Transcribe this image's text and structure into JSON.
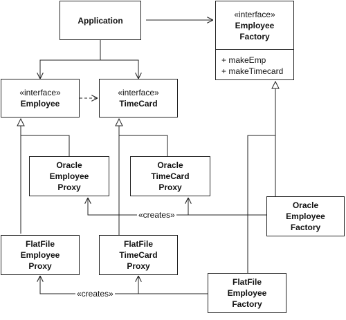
{
  "boxes": {
    "application": {
      "name_lines": [
        "Application"
      ]
    },
    "employee_factory": {
      "stereotype": "«interface»",
      "name_lines": [
        "Employee",
        "Factory"
      ],
      "operations": [
        "+ makeEmp",
        "+ makeTimecard"
      ]
    },
    "employee": {
      "stereotype": "«interface»",
      "name_lines": [
        "Employee"
      ]
    },
    "timecard": {
      "stereotype": "«interface»",
      "name_lines": [
        "TimeCard"
      ]
    },
    "oracle_employee_proxy": {
      "name_lines": [
        "Oracle",
        "Employee",
        "Proxy"
      ]
    },
    "oracle_timecard_proxy": {
      "name_lines": [
        "Oracle",
        "TimeCard",
        "Proxy"
      ]
    },
    "oracle_employee_factory": {
      "name_lines": [
        "Oracle",
        "Employee",
        "Factory"
      ]
    },
    "flatfile_employee_proxy": {
      "name_lines": [
        "FlatFile",
        "Employee",
        "Proxy"
      ]
    },
    "flatfile_timecard_proxy": {
      "name_lines": [
        "FlatFile",
        "TimeCard",
        "Proxy"
      ]
    },
    "flatfile_employee_factory": {
      "name_lines": [
        "FlatFile",
        "Employee",
        "Factory"
      ]
    }
  },
  "labels": {
    "creates_oracle": "«creates»",
    "creates_flatfile": "«creates»"
  },
  "colors": {
    "line": "#222222",
    "background": "#ffffff"
  }
}
